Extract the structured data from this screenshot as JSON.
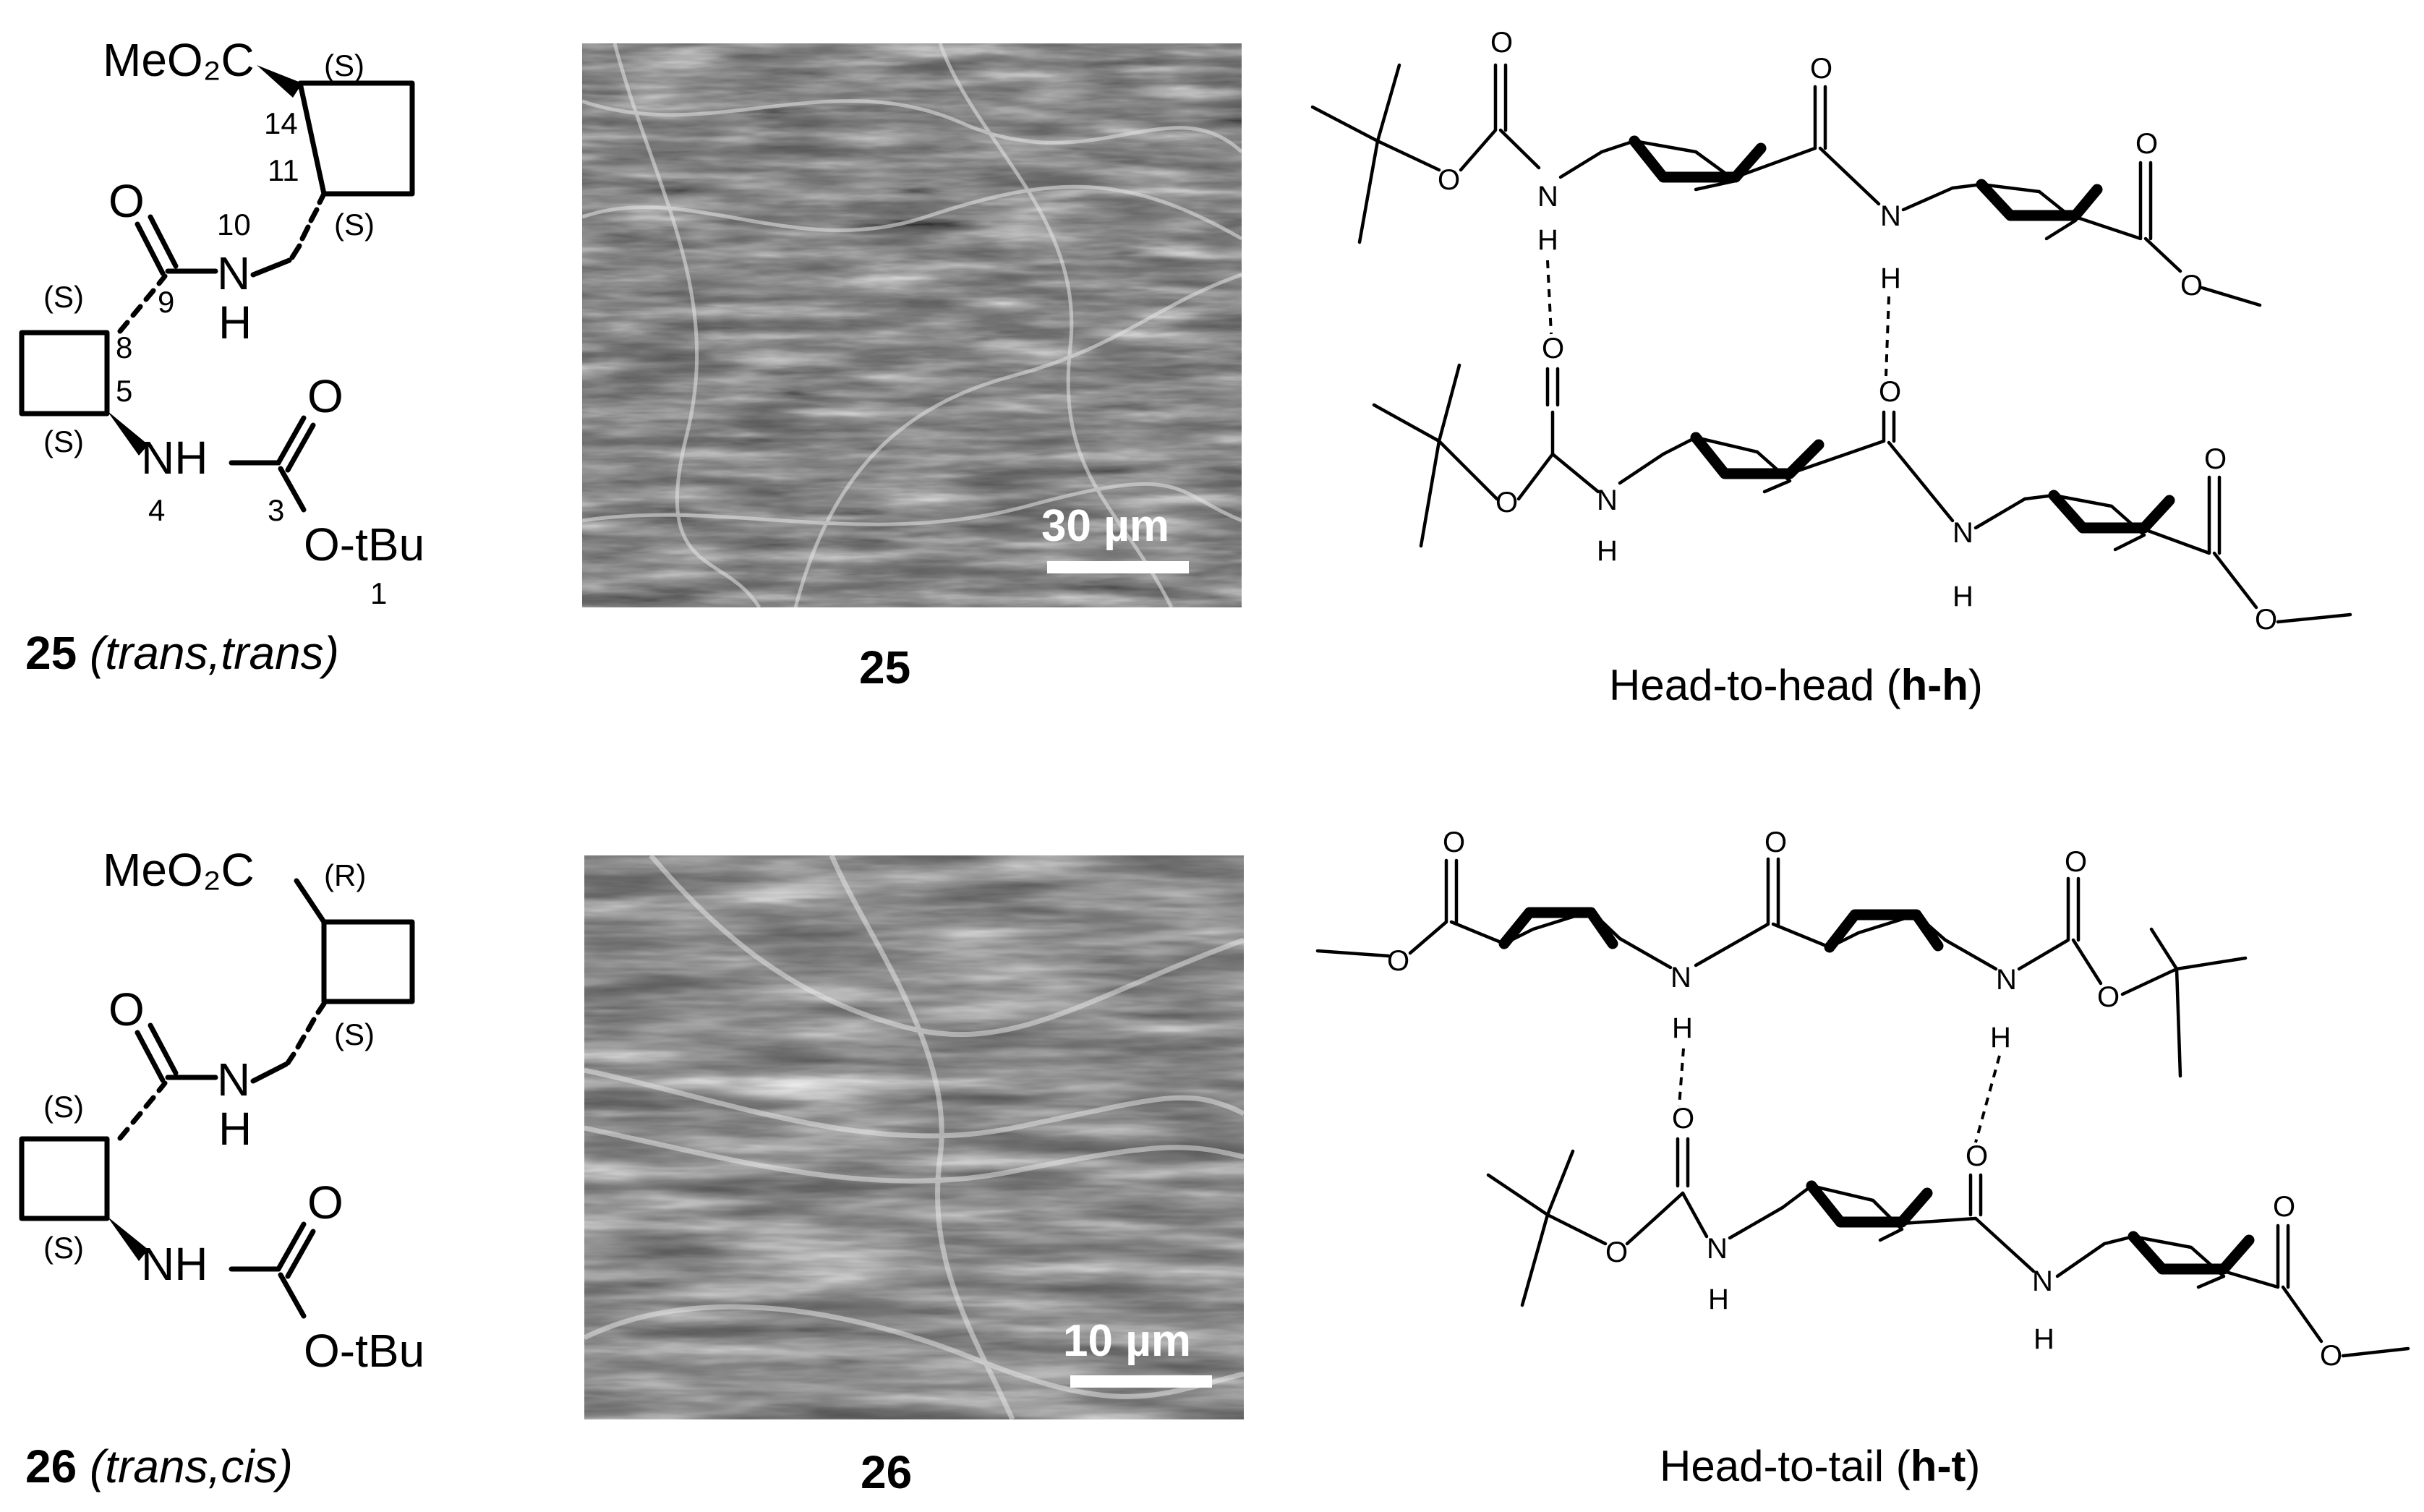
{
  "compound25": {
    "ester_label": "MeO₂C",
    "stereo_top": "(S)",
    "num_14": "14",
    "num_11": "11",
    "stereo_mid": "(S)",
    "num_10": "10",
    "carbonyl_o": "O",
    "nh_top": "N",
    "nh_top_h": "H",
    "num_9": "9",
    "stereo_left": "(S)",
    "num_8": "8",
    "num_5": "5",
    "stereo_bottom": "(S)",
    "nh_bottom": "NH",
    "num_4": "4",
    "num_3": "3",
    "carbamate_o": "O",
    "otbu": "O-tBu",
    "num_1": "1",
    "caption_num": "25",
    "caption_desc": "(trans,trans)"
  },
  "compound26": {
    "ester_label": "MeO₂C",
    "stereo_top": "(R)",
    "stereo_mid": "(S)",
    "carbonyl_o": "O",
    "nh_top": "N",
    "nh_top_h": "H",
    "stereo_left": "(S)",
    "stereo_bottom": "(S)",
    "nh_bottom": "NH",
    "carbamate_o": "O",
    "otbu": "O-tBu",
    "caption_num": "26",
    "caption_desc": "(trans,cis)"
  },
  "micrograph25": {
    "scale_label": "30 µm",
    "caption": "25"
  },
  "micrograph26": {
    "scale_label": "10 µm",
    "caption": "26"
  },
  "atoms": {
    "O": "O",
    "N": "N",
    "H": "H"
  },
  "diagram_hh": {
    "caption_text": "Head-to-head (",
    "caption_bold": "h-h",
    "caption_end": ")"
  },
  "diagram_ht": {
    "caption_text": "Head-to-tail (",
    "caption_bold": "h-t",
    "caption_end": ")"
  }
}
